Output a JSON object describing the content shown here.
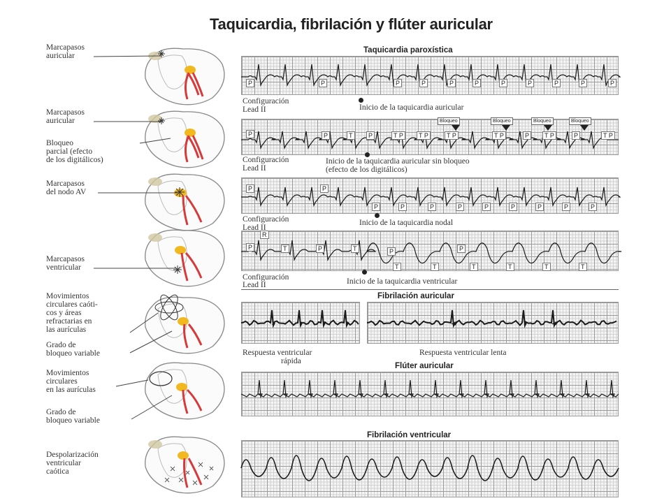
{
  "title": "Taquicardia, fibrilación y flúter auricular",
  "sections": {
    "paroxistica": "Taquicardia paroxística",
    "fibrilacion_auricular": "Fibrilación auricular",
    "fluter": "Flúter auricular",
    "fibrilacion_ventricular": "Fibrilación ventricular"
  },
  "side_labels": {
    "s1": [
      "Marcapasos",
      "auricular"
    ],
    "s2a": [
      "Marcapasos",
      "auricular"
    ],
    "s2b": [
      "Bloqueo",
      "parcial (efecto",
      "de los digitálicos)"
    ],
    "s3": [
      "Marcapasos",
      "del nodo AV"
    ],
    "s4": [
      "Marcapasos",
      "ventricular"
    ],
    "s5a": [
      "Movimientos",
      "circulares caóti-",
      "cos y áreas",
      "refractarias en",
      "las aurículas"
    ],
    "s5b": [
      "Grado de",
      "bloqueo variable"
    ],
    "s6a": [
      "Movimientos",
      "circulares",
      "en las aurículas"
    ],
    "s6b": [
      "Grado de",
      "bloqueo variable"
    ],
    "s7": [
      "Despolarización",
      "ventricular",
      "caótica"
    ]
  },
  "strips": {
    "config": "Configuración",
    "lead": "Lead II",
    "onset1": "Inicio de la taquicardia auricular",
    "onset2a": "Inicio de la taquicardia auricular sin bloqueo",
    "onset2b": "(efecto de los digitálicos)",
    "onset3": "Inicio de la taquicardia nodal",
    "onset4": "Inicio de la taquicardia ventricular",
    "resp_rapida_a": "Respuesta ventricular",
    "resp_rapida_b": "rápida",
    "resp_lenta": "Respuesta ventricular lenta"
  },
  "marks": {
    "P": "P",
    "T": "T",
    "TP": "T P",
    "R": "R",
    "bloqueo": "Bloqueo"
  },
  "colors": {
    "grid_major": "#9a9a9a",
    "grid_minor": "#d2d2d2",
    "trace": "#1a1a1a",
    "conduction": "#d63a3a",
    "node": "#f2b81f",
    "heart_outline": "#888888"
  }
}
